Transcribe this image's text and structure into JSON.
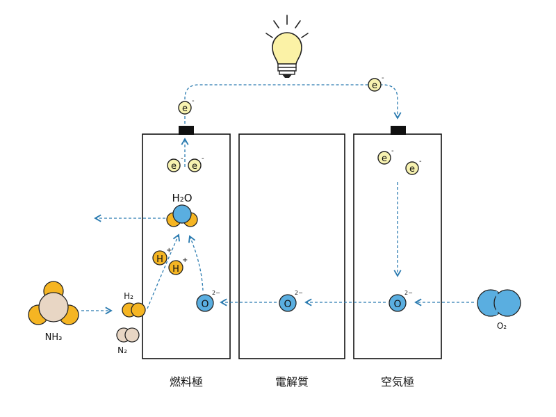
{
  "diagram": {
    "electrodes": {
      "fuel": "燃料極",
      "electrolyte": "電解質",
      "air": "空気極"
    },
    "species": {
      "electron": "e",
      "electron_charge": "-",
      "water": "H₂O",
      "proton": "H",
      "proton_charge": "+",
      "oxide_ion": "O",
      "oxide_charge": "2−",
      "hydrogen": "H₂",
      "nitrogen": "N₂",
      "ammonia": "NH₃",
      "oxygen": "O₂"
    },
    "colors": {
      "orange": "#f5b523",
      "blue": "#5aaee0",
      "beige": "#e8d6c4",
      "electron_fill": "#f7f2b0",
      "arrow": "#2b7bb0",
      "bulb": "#fbf2a6"
    },
    "icons": [
      "light-bulb-icon",
      "arrow-icon"
    ]
  }
}
